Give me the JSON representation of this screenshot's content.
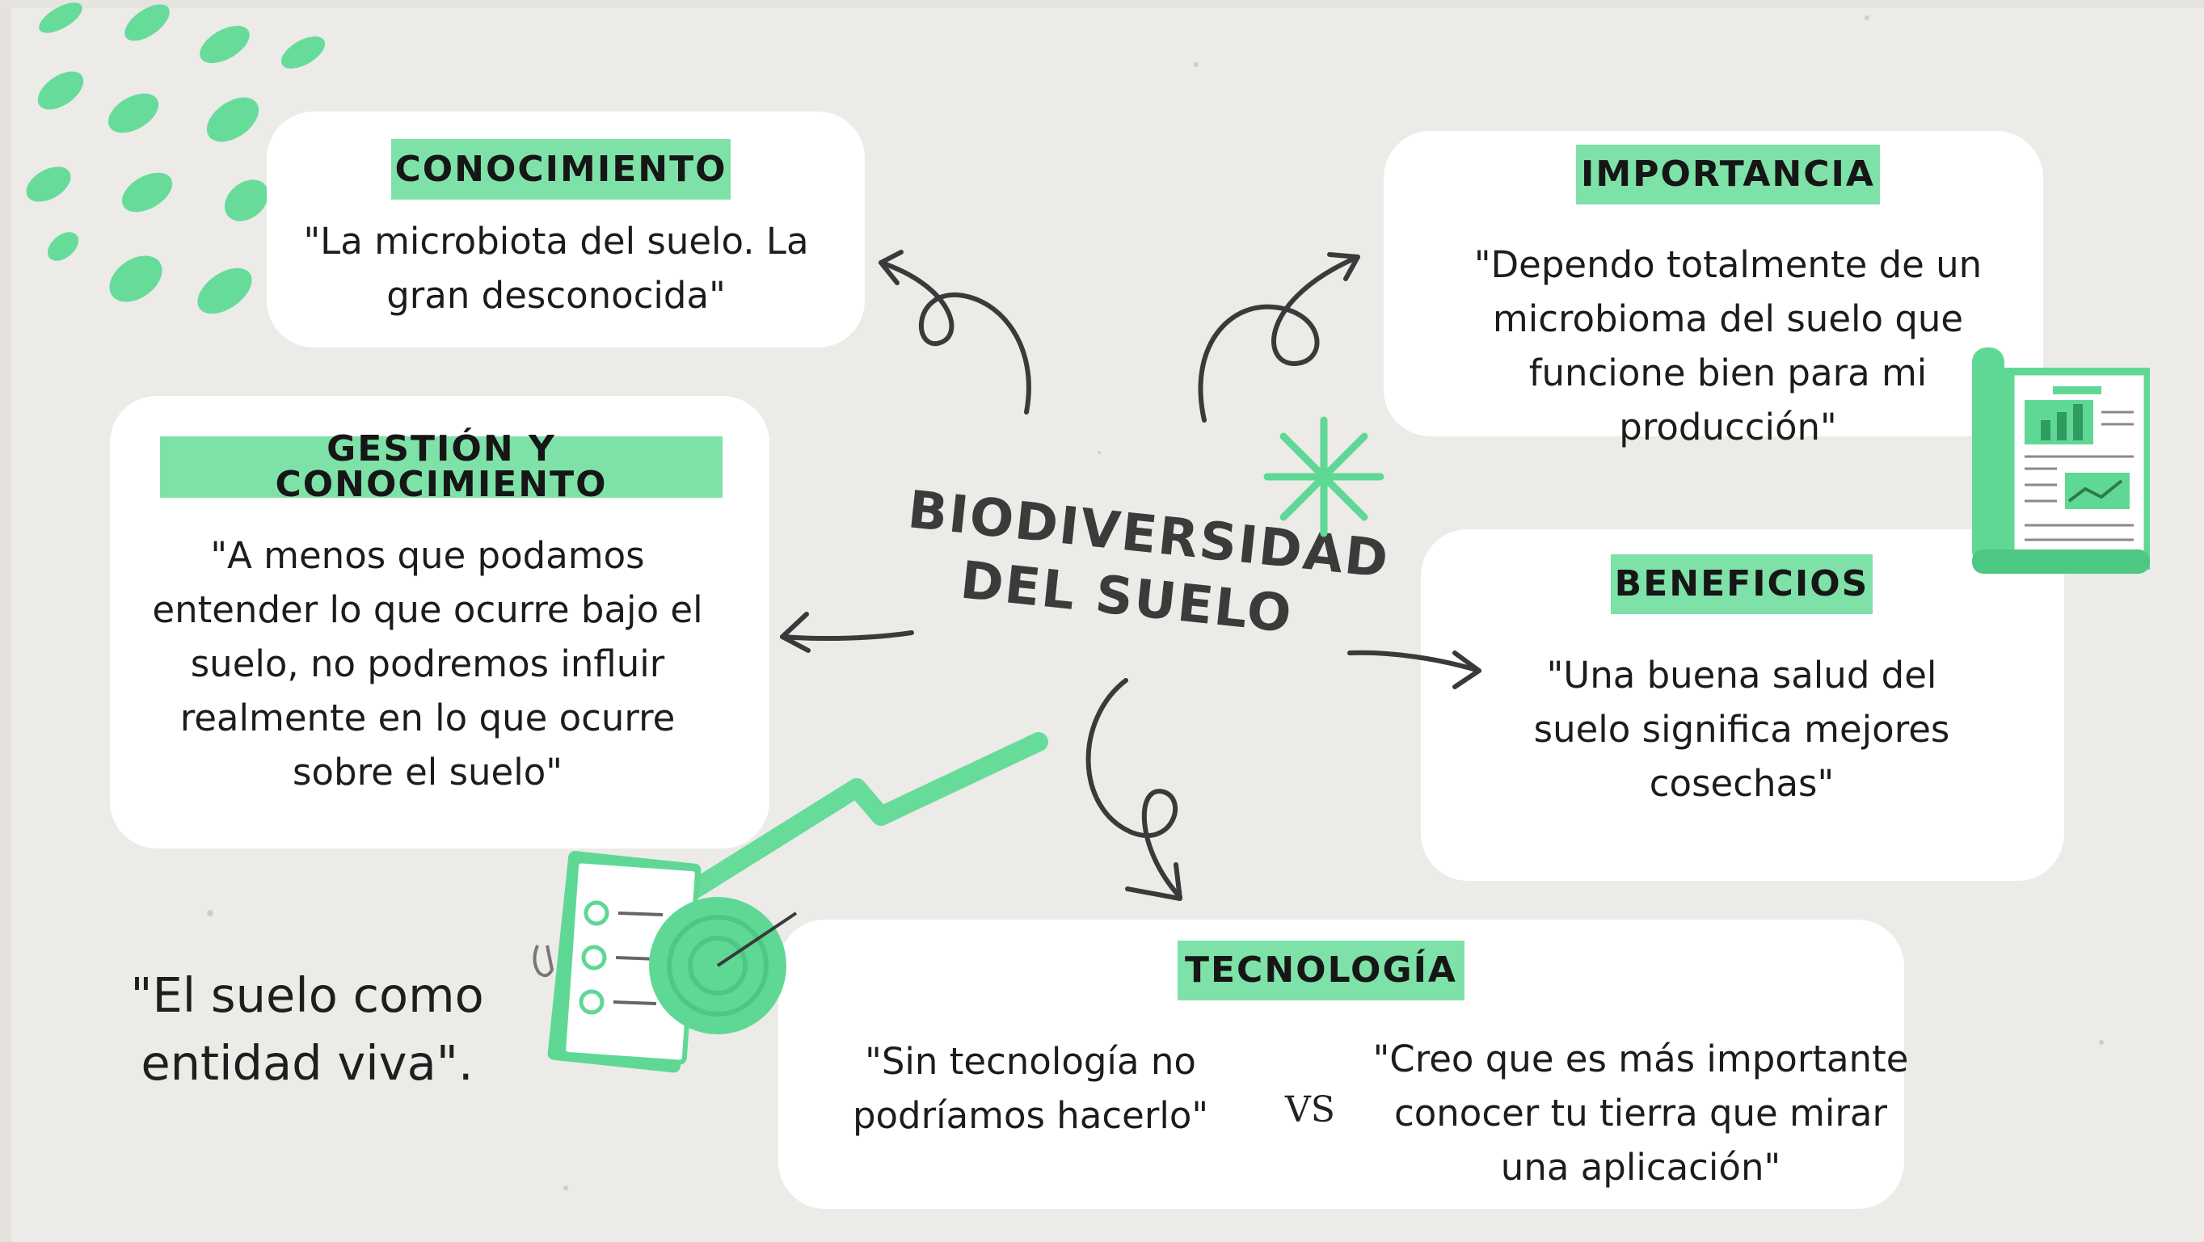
{
  "diagram": {
    "center_title_line1": "BIODIVERSIDAD",
    "center_title_line2": "DEL SUELO",
    "nodes": {
      "conocimiento": {
        "tag": "CONOCIMIENTO",
        "quote": "\"La microbiota del suelo. La gran desconocida\""
      },
      "gestion": {
        "tag": "GESTIÓN Y CONOCIMIENTO",
        "quote": "\"A menos que podamos entender lo que ocurre bajo el suelo, no podremos influir realmente en lo que ocurre sobre el suelo\""
      },
      "importancia": {
        "tag": "IMPORTANCIA",
        "quote": "\"Dependo totalmente de un microbioma del suelo que funcione bien para mi producción\""
      },
      "beneficios": {
        "tag": "BENEFICIOS",
        "quote": "\"Una buena salud del suelo significa mejores cosechas\""
      },
      "tecnologia": {
        "tag": "TECNOLOGÍA",
        "quote_left": "\"Sin tecnología no podríamos hacerlo\"",
        "vs": "VS",
        "quote_right": "\"Creo que es más importante conocer tu tierra que mirar una aplicación\""
      }
    },
    "standalone_quote": "\"El suelo como entidad viva\".",
    "colors": {
      "background": "#ecebe8",
      "card": "#ffffff",
      "accent_green": "#7ee2a8",
      "deco_green": "#5fd895",
      "arrow": "#3a3a3a",
      "title": "#3b3b3b"
    },
    "icons": [
      "brush-dots-decoration",
      "sparkle-icon",
      "report-scroll-icon",
      "checklist-target-icon",
      "zigzag-arrow-decoration"
    ]
  }
}
